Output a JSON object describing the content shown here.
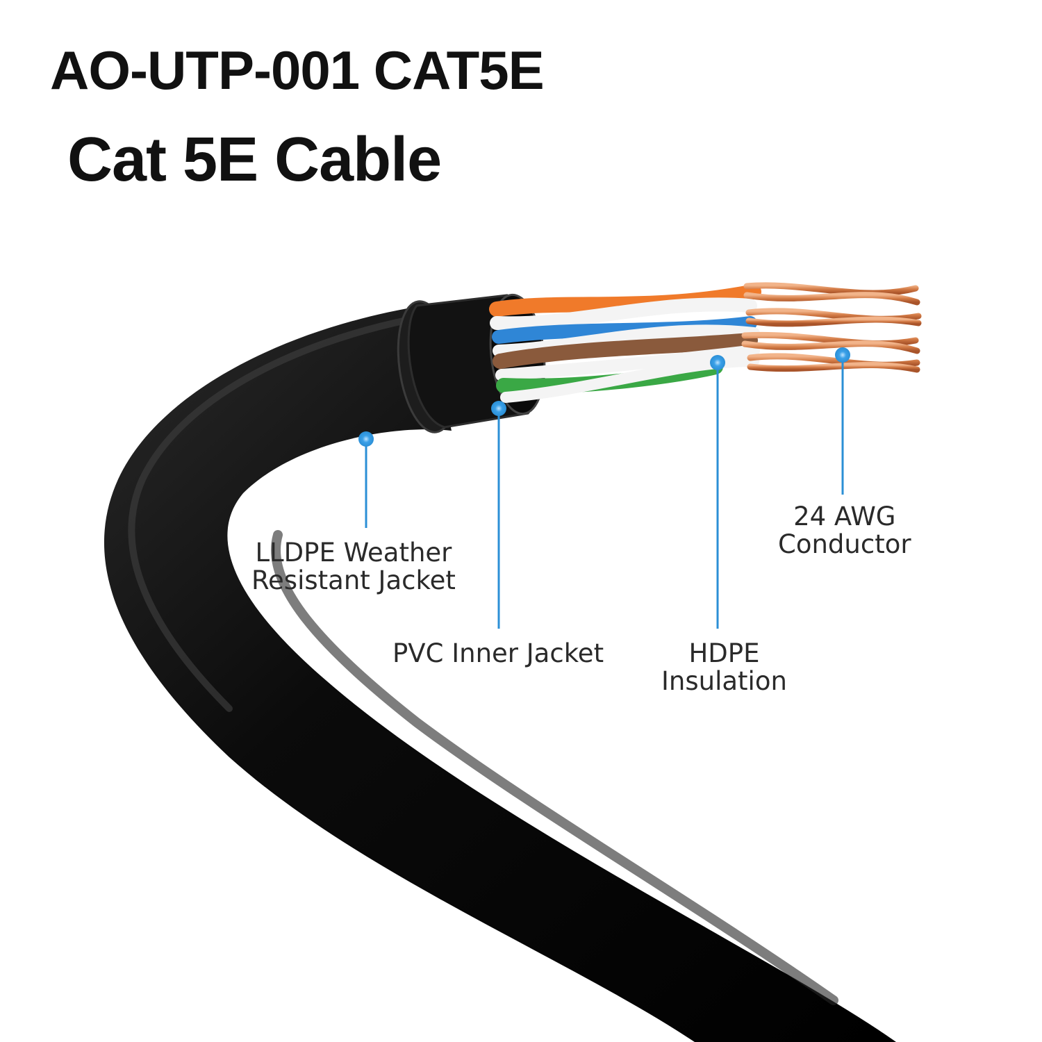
{
  "header": {
    "model": "AO-UTP-001 CAT5E",
    "product": "Cat 5E Cable"
  },
  "callouts": {
    "outer_jacket": {
      "line1": "LLDPE Weather",
      "line2": "Resistant Jacket"
    },
    "inner_jacket": {
      "line1": "PVC Inner Jacket"
    },
    "insulation": {
      "line1": "HDPE",
      "line2": "Insulation"
    },
    "conductor": {
      "line1": "24 AWG",
      "line2": "Conductor"
    }
  },
  "colors": {
    "cable": "#0d0d0d",
    "callout": "#2b8fd6",
    "copper": "#d9824f",
    "pairs": [
      "#f07a2a",
      "#2f86d6",
      "#3aa845",
      "#8a5a3c"
    ]
  }
}
